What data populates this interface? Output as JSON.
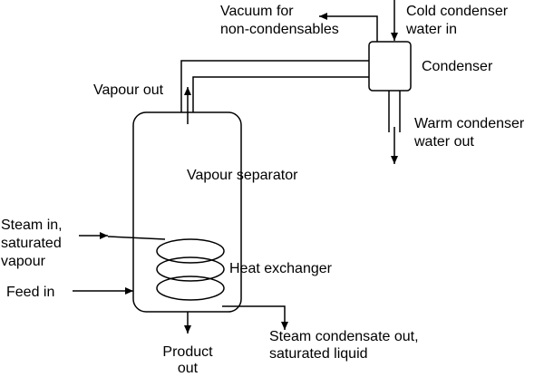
{
  "diagram": {
    "labels": {
      "vacuum_line1": "Vacuum for",
      "vacuum_line2": "non-condensables",
      "cold_water_line1": "Cold condenser",
      "cold_water_line2": "water in",
      "condenser": "Condenser",
      "vapour_out": "Vapour out",
      "warm_water_line1": "Warm condenser",
      "warm_water_line2": "water out",
      "vapour_separator": "Vapour separator",
      "steam_in_line1": "Steam in,",
      "steam_in_line2": "saturated",
      "steam_in_line3": "vapour",
      "heat_exchanger": "Heat exchanger",
      "feed_in": "Feed in",
      "product_line1": "Product",
      "product_line2": "out",
      "condensate_line1": "Steam condensate out,",
      "condensate_line2": "saturated liquid"
    },
    "colors": {
      "stroke": "#000000",
      "background": "#ffffff"
    }
  }
}
